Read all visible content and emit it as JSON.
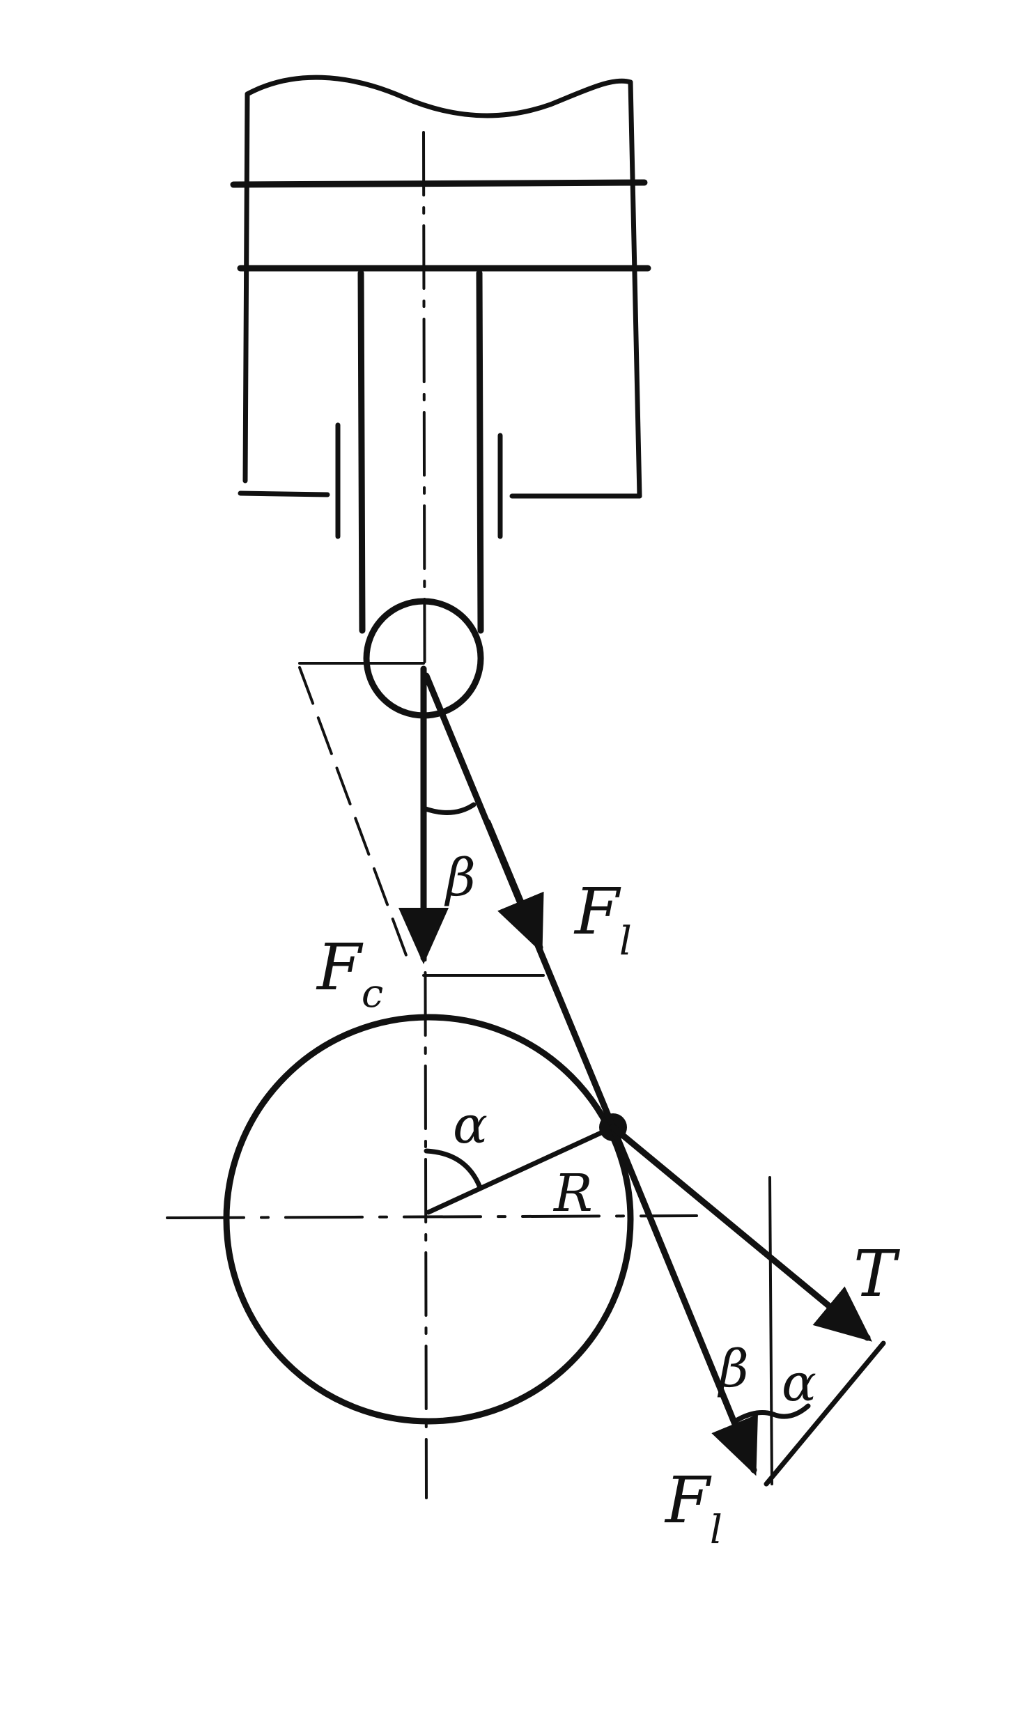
{
  "labels": {
    "force_connecting_rod": "F",
    "force_connecting_rod_sub": "l",
    "force_piston": "F",
    "force_piston_sub": "c",
    "tangential_force": "T",
    "angle_rod": "β",
    "angle_crank": "α",
    "crank_radius": "R"
  },
  "colors": {
    "ink": "#111111",
    "background": "#ffffff"
  }
}
